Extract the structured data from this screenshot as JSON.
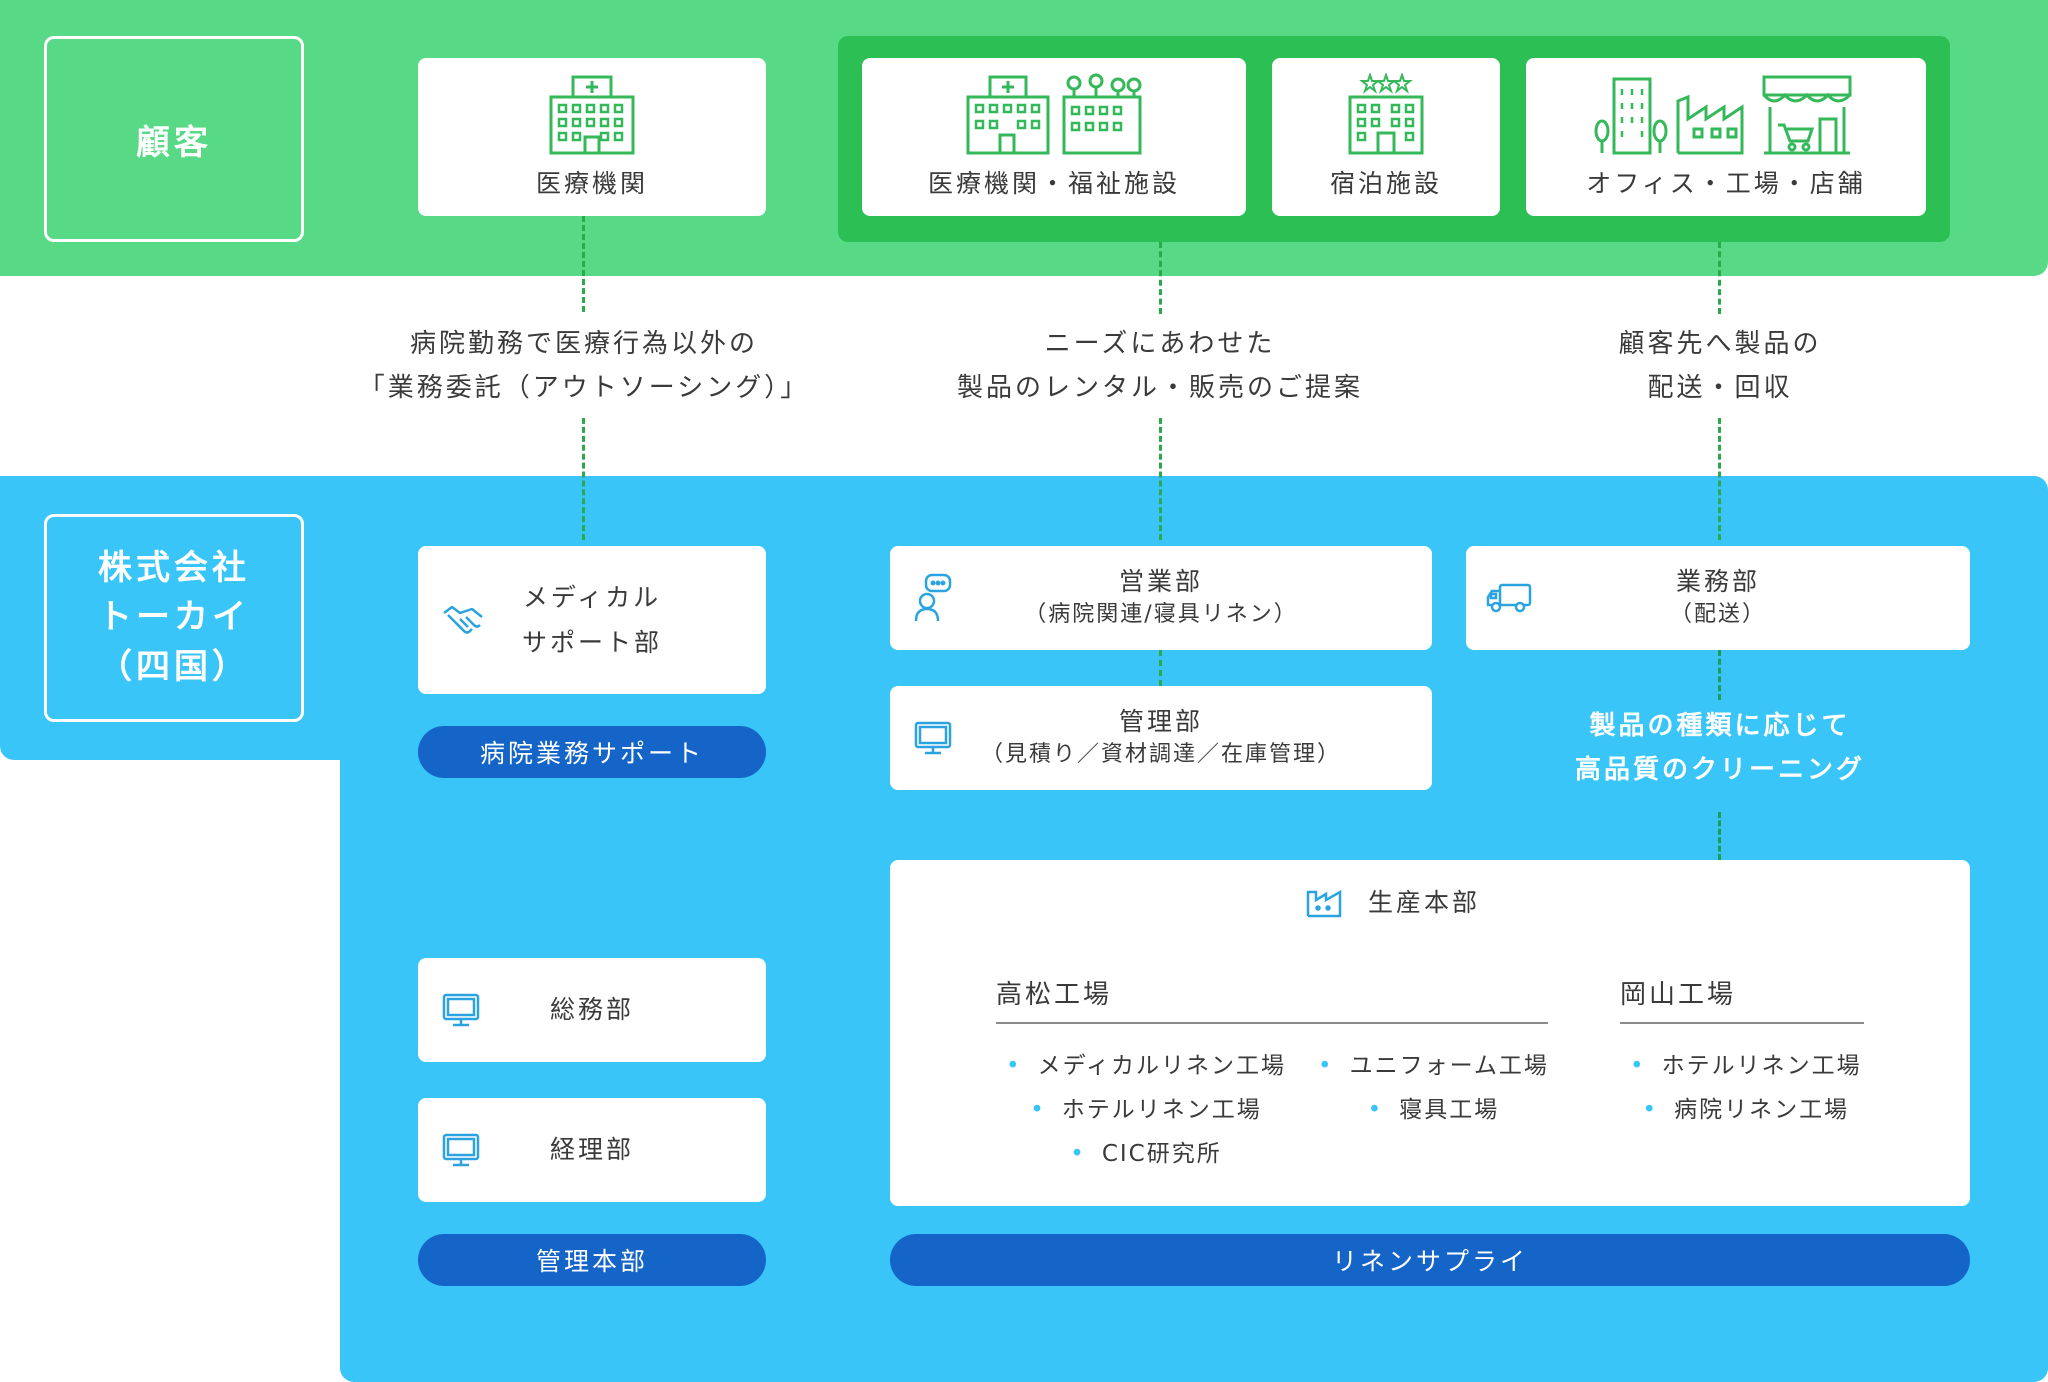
{
  "customer": {
    "label": "顧客",
    "cards": [
      {
        "label": "医療機関",
        "icon": "hospital-icon"
      },
      {
        "label": "医療機関・福祉施設",
        "icon": "hospital-and-welfare-icon"
      },
      {
        "label": "宿泊施設",
        "icon": "hotel-icon"
      },
      {
        "label": "オフィス・工場・店舗",
        "icon": "office-factory-store-icon"
      }
    ]
  },
  "links": {
    "outsourcing": [
      "病院勤務で医療行為以外の",
      "「業務委託（アウトソーシング）」"
    ],
    "rental": [
      "ニーズにあわせた",
      "製品のレンタル・販売のご提案"
    ],
    "delivery": [
      "顧客先へ製品の",
      "配送・回収"
    ],
    "cleaning": [
      "製品の種類に応じて",
      "高品質のクリーニング"
    ]
  },
  "company": {
    "label": [
      "株式会社",
      "トーカイ",
      "（四国）"
    ]
  },
  "departments": {
    "medical_support": {
      "lines": [
        "メディカル",
        "サポート部"
      ],
      "icon": "handshake-icon"
    },
    "sales": {
      "title": "営業部",
      "sub": "（病院関連/寝具リネン）",
      "icon": "speech-bubble-person-icon"
    },
    "management": {
      "title": "管理部",
      "sub": "（見積り／資材調達／在庫管理）",
      "icon": "monitor-icon"
    },
    "operations": {
      "title": "業務部",
      "sub": "（配送）",
      "icon": "truck-icon"
    },
    "general_affairs": {
      "title": "総務部",
      "icon": "monitor-icon"
    },
    "accounting": {
      "title": "経理部",
      "icon": "monitor-icon"
    }
  },
  "production": {
    "title": "生産本部",
    "icon": "factory-icon",
    "takamatsu": {
      "title": "高松工場",
      "col1": [
        "メディカルリネン工場",
        "ホテルリネン工場",
        "CIC研究所"
      ],
      "col2": [
        "ユニフォーム工場",
        "寝具工場"
      ]
    },
    "okayama": {
      "title": "岡山工場",
      "items": [
        "ホテルリネン工場",
        "病院リネン工場"
      ]
    }
  },
  "pills": {
    "hospital_support": "病院業務サポート",
    "admin_hq": "管理本部",
    "linen_supply": "リネンサプライ"
  },
  "colors": {
    "green_band": "#57d985",
    "green_group": "#2bbf54",
    "blue_band": "#39c5f7",
    "pill": "#1565c8",
    "icon_green": "#35b85a",
    "icon_blue": "#2aa3e0"
  }
}
